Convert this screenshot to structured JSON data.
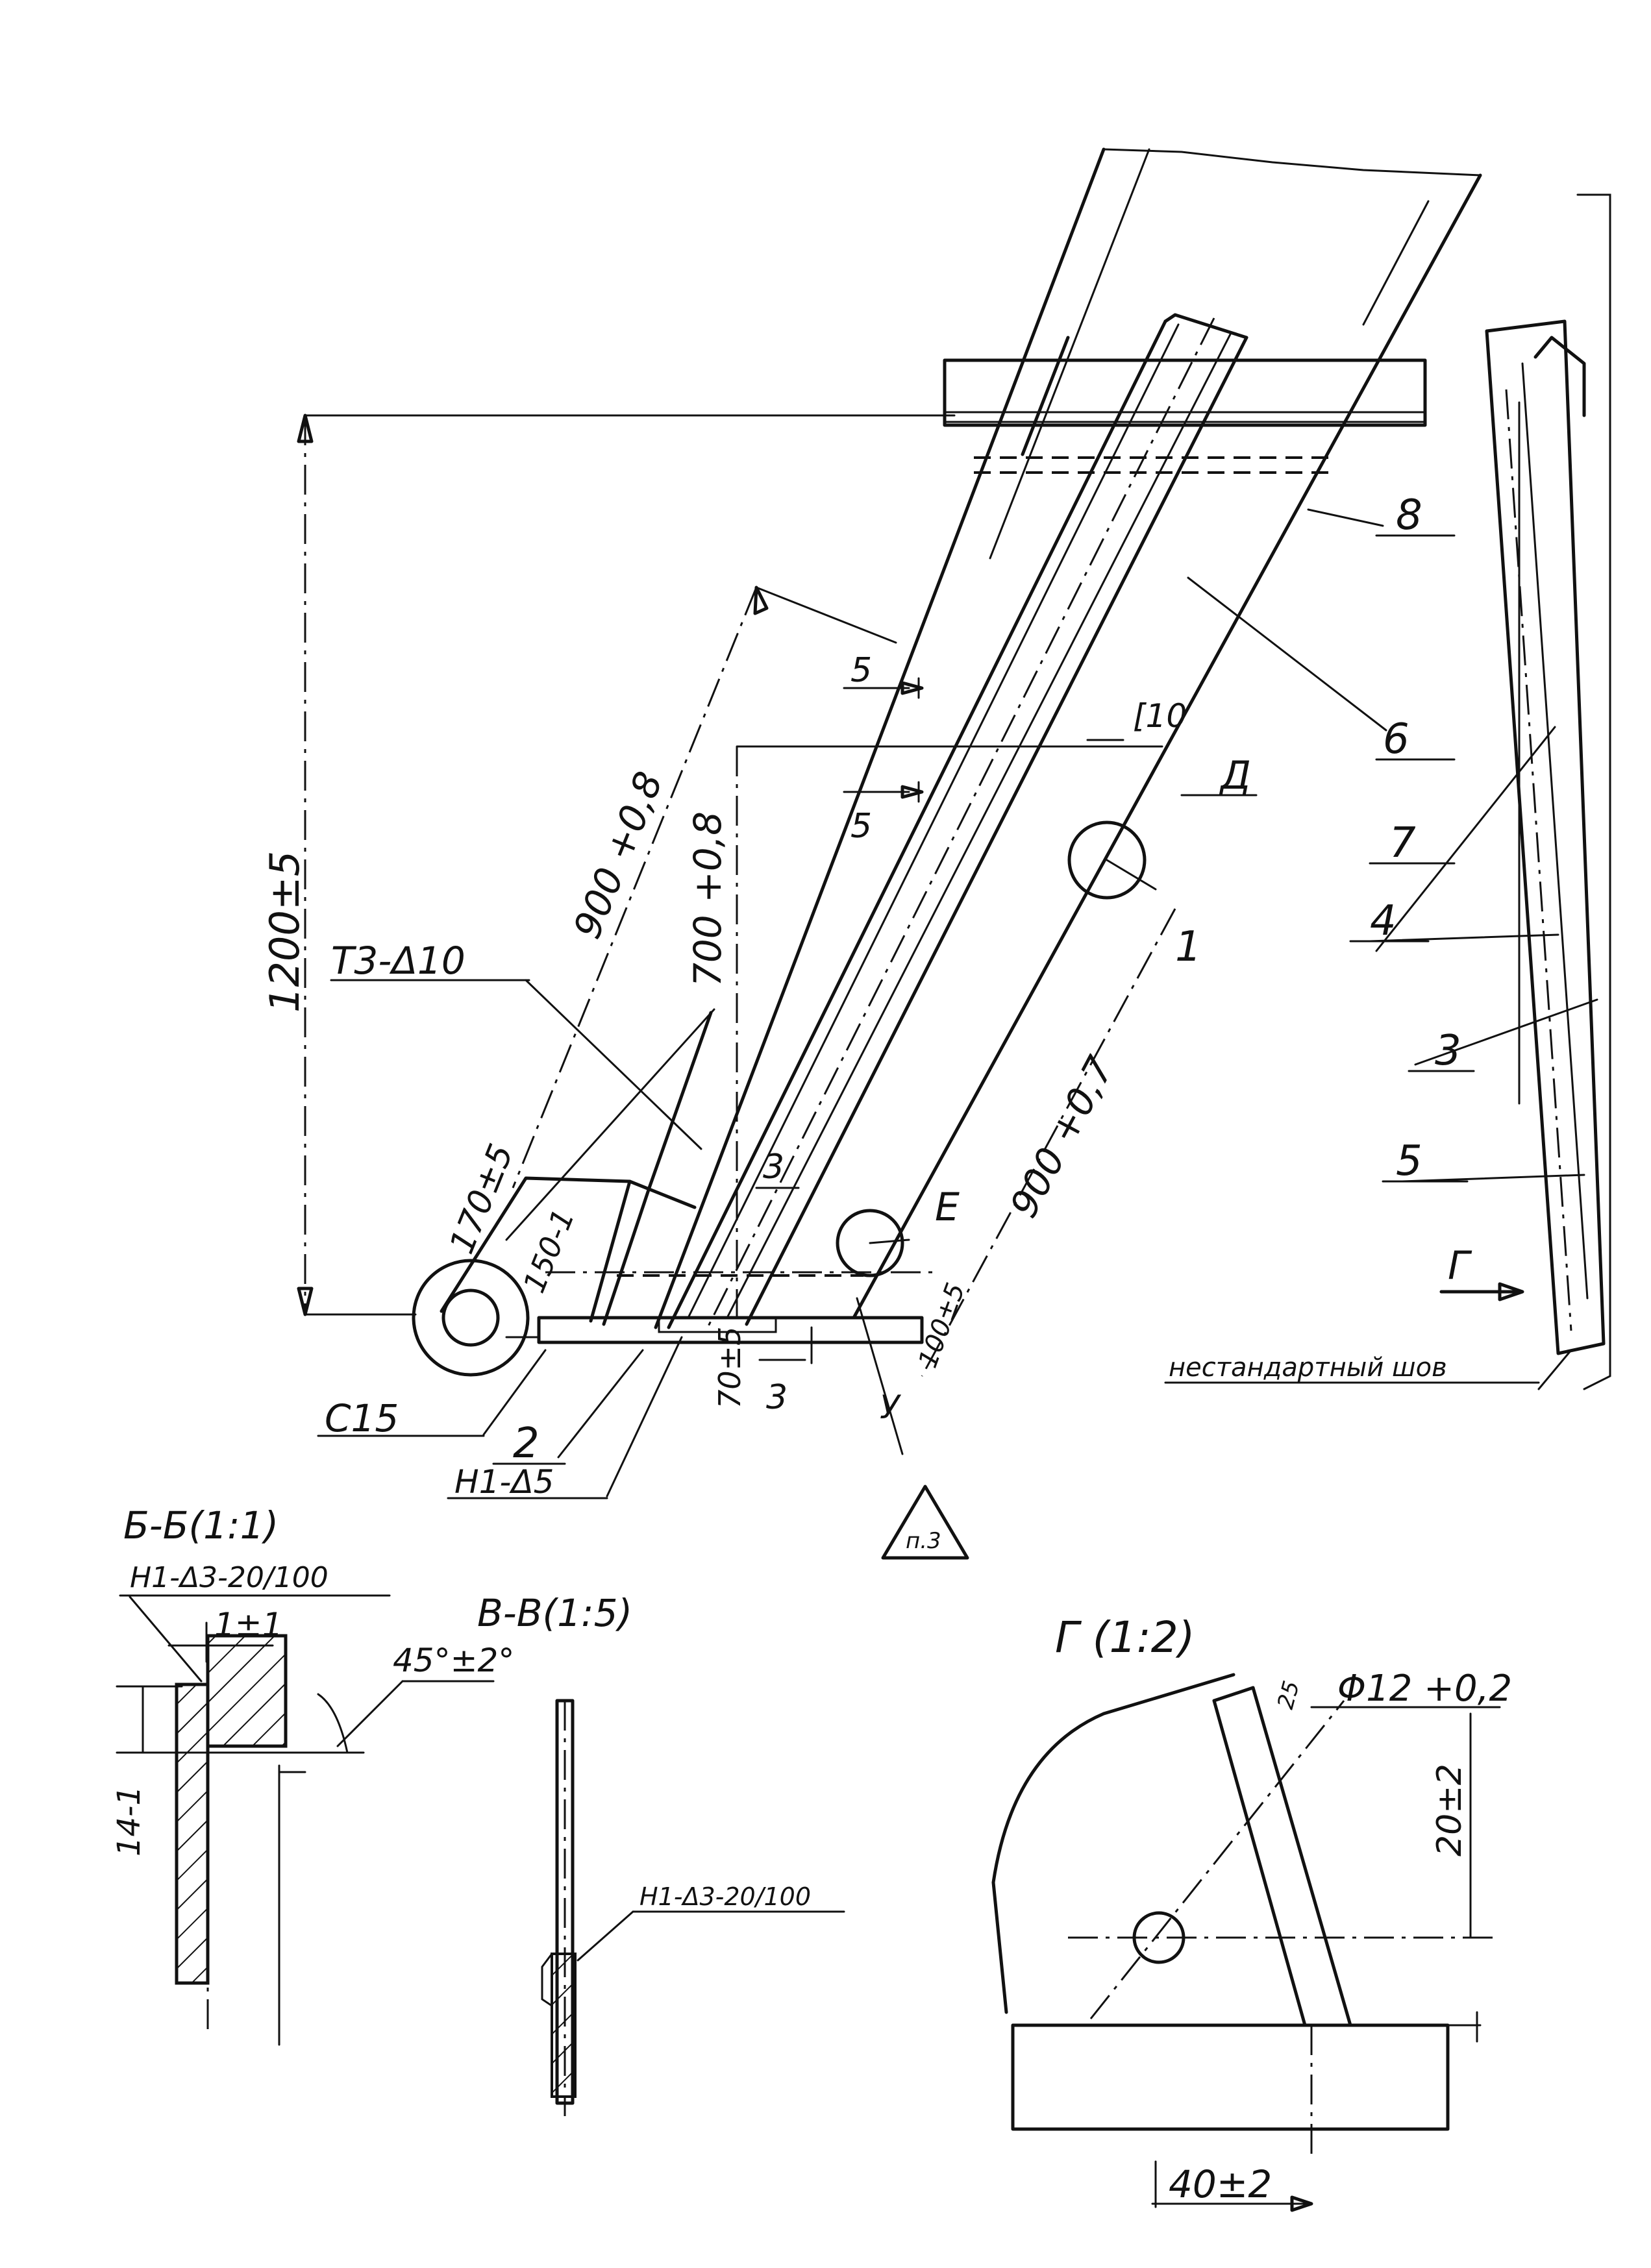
{
  "labels": {
    "dim_1200": "1200±5",
    "dim_900_08": "900 +0,8",
    "dim_700_08": "700 +0,8",
    "dim_900_07": "900 +0,7",
    "dim_170": "170±5",
    "dim_150": "150-1",
    "dim_70": "70±5",
    "dim_100": "100±5",
    "weld_t3": "Т3-Δ10",
    "weld_c15": "С15",
    "weld_h1": "Н1-Δ5",
    "weld_nonstandard": "нестандартный шов",
    "profile_e10": "[10",
    "section_5_top": "5",
    "section_5_bottom": "5",
    "section_3_mid": "3",
    "section_3_low": "3",
    "view_g_arrow": "Г",
    "callout_d": "Д",
    "callout_e": "Е",
    "callout_u": "У",
    "note_triangle": "п.3",
    "parts": [
      "1",
      "2",
      "3",
      "4",
      "5",
      "6",
      "7",
      "8"
    ],
    "view_bb_title": "Б-Б(1:1)",
    "view_bb_weld": "Н1-Δ3-20/100",
    "view_bb_dim_1": "1±1",
    "view_bb_angle": "45°±2°",
    "view_bb_dim_14": "14-1",
    "view_vv_title": "В-В(1:5)",
    "view_vv_weld": "Н1-Δ3-20/100",
    "view_g_title": "Г (1:2)",
    "view_g_hole": "Φ12 +0,2",
    "view_g_dim_20": "20±2",
    "view_g_dim_40": "40±2",
    "view_g_dim_25": "25"
  }
}
